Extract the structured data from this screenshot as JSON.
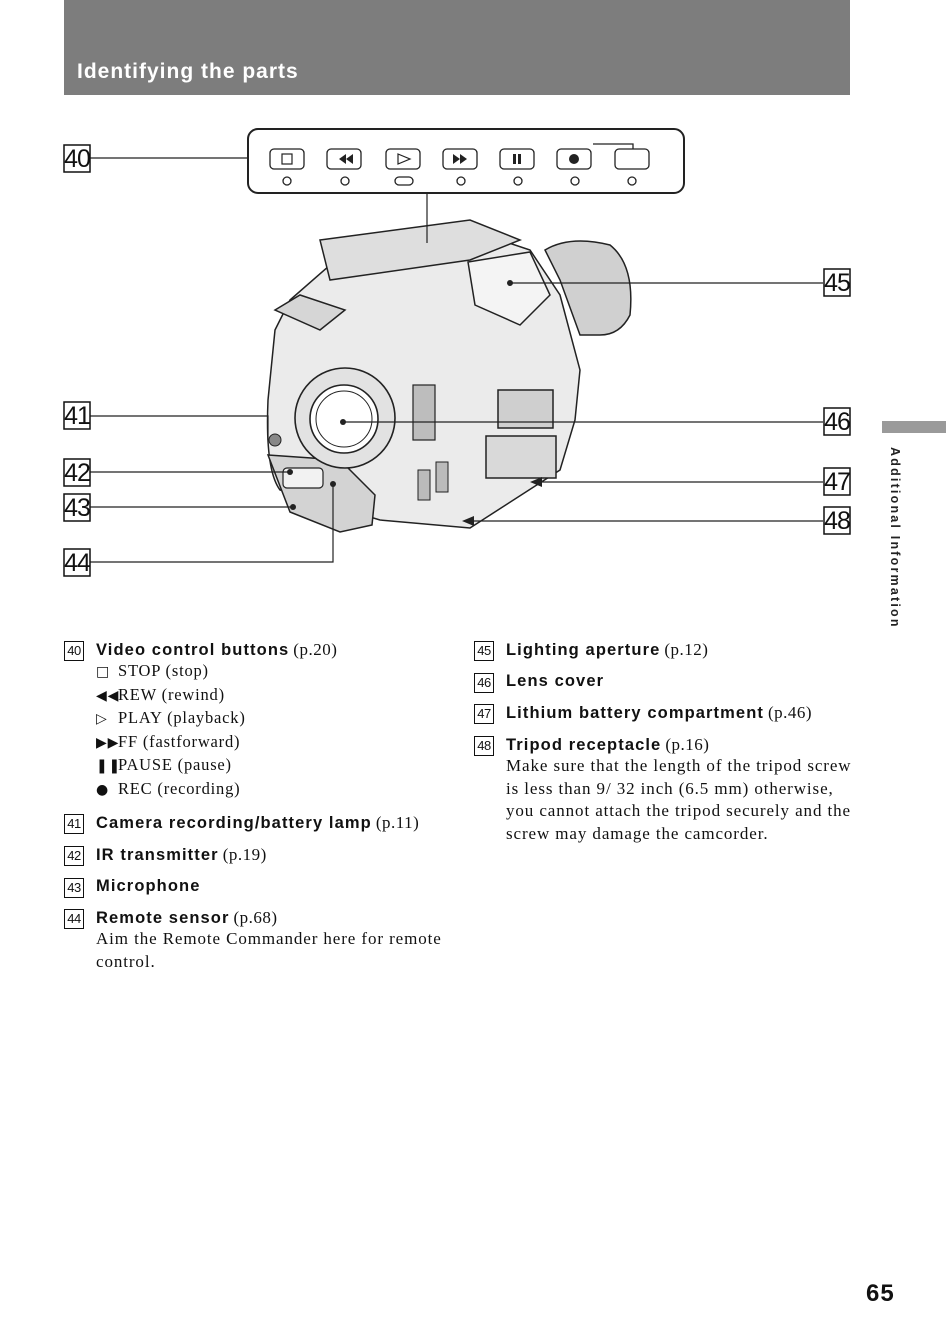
{
  "header": {
    "title": "Identifying the parts"
  },
  "side_tab": {
    "label": "Additional Information"
  },
  "page_number": "65",
  "callouts": [
    "40",
    "41",
    "42",
    "43",
    "44",
    "45",
    "46",
    "47",
    "48"
  ],
  "parts": {
    "p40": {
      "num": "40",
      "title": "Video control buttons",
      "ref": "(p.20)",
      "subs": [
        {
          "icon": "stop-icon",
          "label": "STOP (stop)"
        },
        {
          "icon": "rewind-icon",
          "label": "REW (rewind)"
        },
        {
          "icon": "play-icon",
          "label": "PLAY (playback)"
        },
        {
          "icon": "fastforward-icon",
          "label": "FF (fastforward)"
        },
        {
          "icon": "pause-icon",
          "label": "PAUSE (pause)"
        },
        {
          "icon": "record-icon",
          "label": "REC (recording)"
        }
      ]
    },
    "p41": {
      "num": "41",
      "title": "Camera recording/battery lamp",
      "ref": "(p.11)"
    },
    "p42": {
      "num": "42",
      "title": "IR transmitter",
      "ref": "(p.19)"
    },
    "p43": {
      "num": "43",
      "title": "Microphone"
    },
    "p44": {
      "num": "44",
      "title": "Remote sensor",
      "ref": "(p.68)",
      "desc": "Aim the Remote Commander here for remote control."
    },
    "p45": {
      "num": "45",
      "title": "Lighting aperture",
      "ref": "(p.12)"
    },
    "p46": {
      "num": "46",
      "title": "Lens cover"
    },
    "p47": {
      "num": "47",
      "title": "Lithium battery compartment",
      "ref": "(p.46)"
    },
    "p48": {
      "num": "48",
      "title": "Tripod receptacle",
      "ref": "(p.16)",
      "desc": "Make sure that the length of the tripod screw is less than 9/ 32 inch (6.5 mm) otherwise, you cannot attach the tripod securely and the screw may damage the camcorder."
    }
  }
}
